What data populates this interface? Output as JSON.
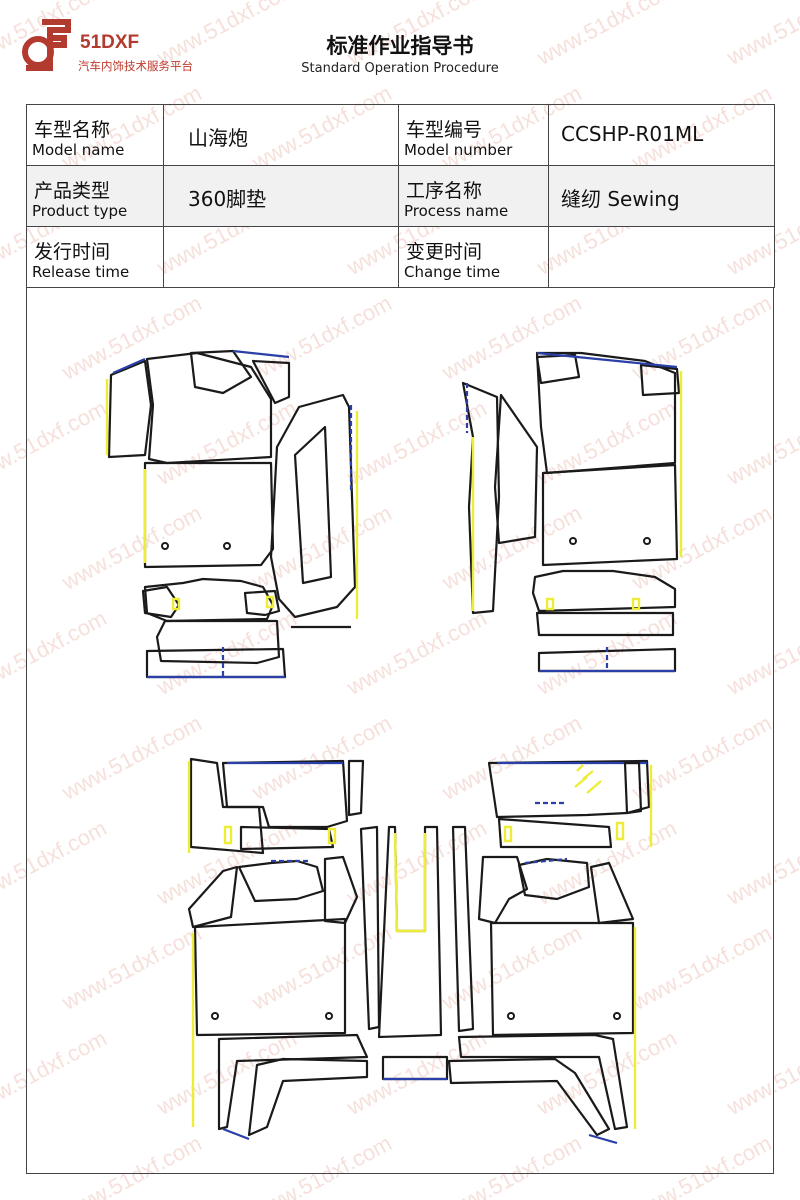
{
  "header": {
    "logo_brand": "51DXF",
    "logo_tagline": "汽车内饰技术服务平台",
    "title": "标准作业指导书",
    "subtitle": "Standard Operation Procedure"
  },
  "info": {
    "model_name_cn": "车型名称",
    "model_name_en": "Model name",
    "model_name_value": "山海炮",
    "model_number_cn": "车型编号",
    "model_number_en": "Model number",
    "model_number_value": "CCSHP-R01ML",
    "product_type_cn": "产品类型",
    "product_type_en": "Product type",
    "product_type_value": "360脚垫",
    "process_name_cn": "工序名称",
    "process_name_en": "Process name",
    "process_name_value": "缝纫 Sewing",
    "release_time_cn": "发行时间",
    "release_time_en": "Release time",
    "release_time_value": "",
    "change_time_cn": "变更时间",
    "change_time_en": "Change time",
    "change_time_value": ""
  },
  "watermark": "www.51dxf.com",
  "colors": {
    "brand": "#b23a2e",
    "outline": "#1a1a1a",
    "edge_yellow": "#eded38",
    "edge_blue": "#2a3fa8"
  }
}
